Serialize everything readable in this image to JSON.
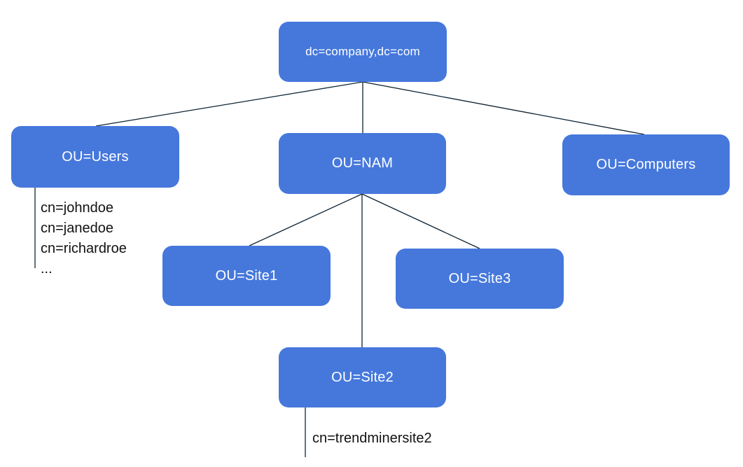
{
  "diagram": {
    "description": "LDAP directory tree diagram",
    "colors": {
      "node_fill": "#4678dc",
      "node_text": "#ffffff",
      "edge": "#0d2232",
      "annotation_text": "#111111",
      "background": "#ffffff"
    },
    "nodes": {
      "root": {
        "label": "dc=company,dc=com"
      },
      "users": {
        "label": "OU=Users"
      },
      "nam": {
        "label": "OU=NAM"
      },
      "computers": {
        "label": "OU=Computers"
      },
      "site1": {
        "label": "OU=Site1"
      },
      "site3": {
        "label": "OU=Site3"
      },
      "site2": {
        "label": "OU=Site2"
      }
    },
    "users_entries": [
      "cn=johndoe",
      "cn=janedoe",
      "cn=richardroe",
      "..."
    ],
    "site2_entries": [
      "cn=trendminersite2"
    ]
  }
}
